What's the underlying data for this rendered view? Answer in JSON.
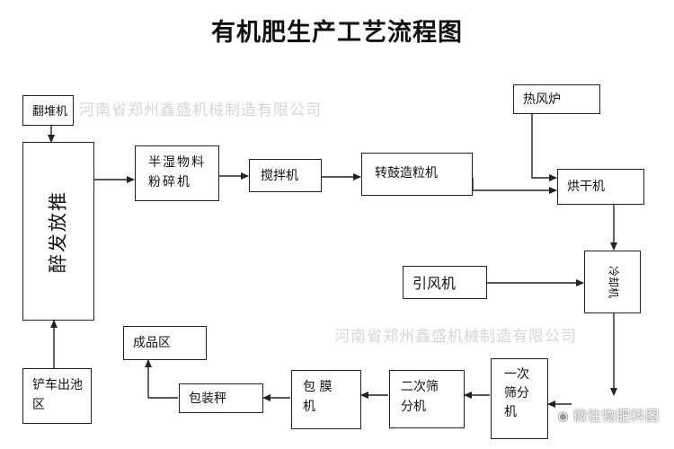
{
  "title": "有机肥生产工艺流程图",
  "nodes": {
    "fanduiji": "翻堆机",
    "fajiao": "醉发放推",
    "banshi": "半湿物料\n粉碎机",
    "jiaoban": "搅拌机",
    "zhuangu": "转鼓造粒机",
    "refenglu": "热风炉",
    "honggan": "烘干机",
    "yinfeng": "引风机",
    "lengque": "冷却机",
    "chanche": "铲车出池\n区",
    "chengpin": "成品区",
    "baozhuang": "包装秤",
    "baomo": "包  膜\n机",
    "erci": "二次筛\n分机",
    "yici": "一次\n筛分\n机"
  },
  "watermark": {
    "top": "河南省郑州鑫盛机械制造有限公司",
    "mid": "河南省郑州鑫盛机械制造有限公司"
  },
  "badge": "微往物肥料图"
}
